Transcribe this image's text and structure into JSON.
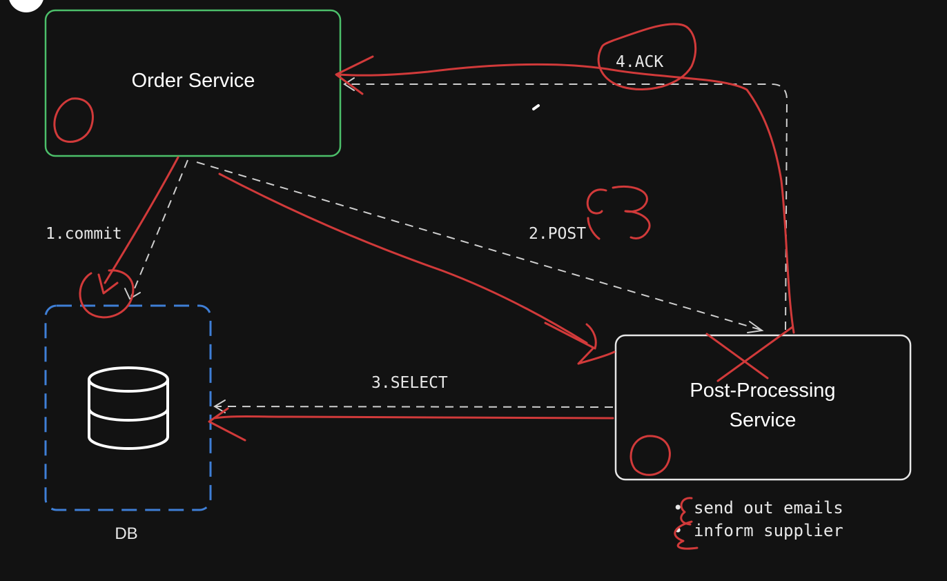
{
  "diagram": {
    "order_service": {
      "label": "Order Service"
    },
    "db": {
      "label": "DB",
      "icon": "database-icon"
    },
    "post_processing": {
      "label_line1": "Post-Processing",
      "label_line2": "Service"
    },
    "edges": {
      "commit": "1.commit",
      "post": "2.POST",
      "select": "3.SELECT",
      "ack": "4.ACK"
    },
    "notes": [
      "send out emails",
      "inform supplier"
    ],
    "bullet": "•"
  },
  "colors": {
    "background": "#121212",
    "order_service_border": "#4cbf6a",
    "db_border": "#3f7fd6",
    "post_processing_border": "#e6e6e6",
    "annotation_ink": "#d13a3a",
    "dashed_arrow": "#cfcfcf"
  }
}
